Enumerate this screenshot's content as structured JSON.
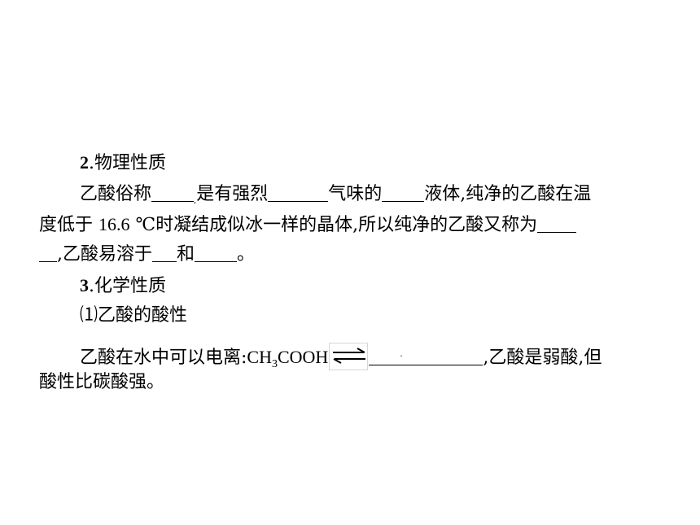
{
  "section2": {
    "number": "2",
    "title": ".物理性质"
  },
  "para1": {
    "line1_a": "乙酸俗称",
    "line1_b": ",",
    "line1_c": "是有强烈",
    "line1_d": "气味的",
    "line1_e": "液体,纯净的乙酸在温",
    "line2_a": "度低于 ",
    "line2_num": "16.6",
    "line2_unit": " ℃",
    "line2_b": "时凝结成似冰一样的晶体,所以纯净的乙酸又称为",
    "line3_a": ",乙酸易溶于",
    "line3_b": "和",
    "line3_c": "。"
  },
  "section3": {
    "number": "3",
    "title": ".化学性质"
  },
  "subsection1": {
    "label": "⑴乙酸的酸性"
  },
  "para2": {
    "line1_a": "乙酸在水中可以电离:",
    "formula_ch": "CH",
    "formula_sub": "3",
    "formula_rest": "COOH",
    "blank_dot": ".",
    "line1_b": ",乙酸是弱酸,但",
    "line2": "酸性比碳酸强。"
  },
  "icons": {
    "equilibrium": "reversible-reaction-arrow-icon"
  }
}
